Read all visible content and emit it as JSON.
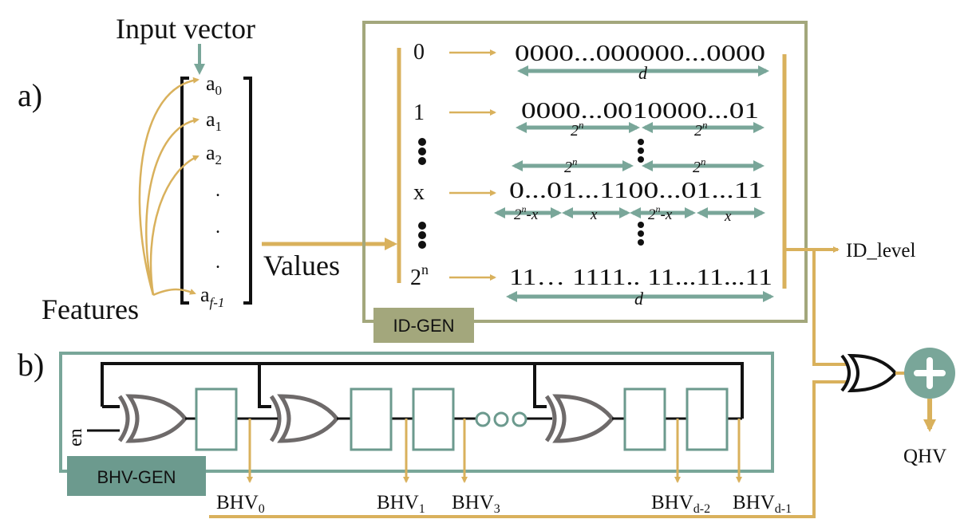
{
  "colors": {
    "gold": "#D9B15C",
    "teal": "#79A699",
    "teal_dark": "#6C9A8E",
    "olive_border": "#A3A77C",
    "olive_fill": "#A3A77C",
    "bhv_fill": "#6C9A8E",
    "xor_gray": "#6E6A6A",
    "black": "#111111"
  },
  "labels": {
    "panel_a": "a)",
    "panel_b": "b)",
    "input_vector": "Input vector",
    "features": "Features",
    "values": "Values",
    "id_level": "ID_level",
    "qhv": "QHV",
    "en": "en",
    "id_gen": "ID-GEN",
    "bhv_gen": "BHV-GEN",
    "plus": "+"
  },
  "vector": {
    "elements": [
      {
        "base": "a",
        "sub": "0"
      },
      {
        "base": "a",
        "sub": "1"
      },
      {
        "base": "a",
        "sub": "2"
      },
      {
        "base": ".",
        "sub": ""
      },
      {
        "base": ".",
        "sub": ""
      },
      {
        "base": ".",
        "sub": ""
      },
      {
        "base": "a",
        "sub": "f-1"
      }
    ]
  },
  "id_gen": {
    "rows": [
      {
        "index": "0",
        "pattern": "0000...000000...0000"
      },
      {
        "index": "1",
        "pattern": "0000...0010000...01"
      },
      {
        "index": "x",
        "pattern": "0...01...1100...01...11"
      },
      {
        "index": "2",
        "index_sup": "n",
        "pattern": "11… 1111.. 11...11...11"
      }
    ],
    "dim_d": "d",
    "dim_2n_base": "2",
    "dim_2n_sup": "n",
    "dim_2n_minus_x": "-x",
    "dim_x": "x"
  },
  "bhv_outputs": [
    {
      "base": "BHV",
      "sub": "0"
    },
    {
      "base": "BHV",
      "sub": "1"
    },
    {
      "base": "BHV",
      "sub": "3"
    },
    {
      "base": "BHV",
      "sub": "d-2"
    },
    {
      "base": "BHV",
      "sub": "d-1"
    }
  ]
}
